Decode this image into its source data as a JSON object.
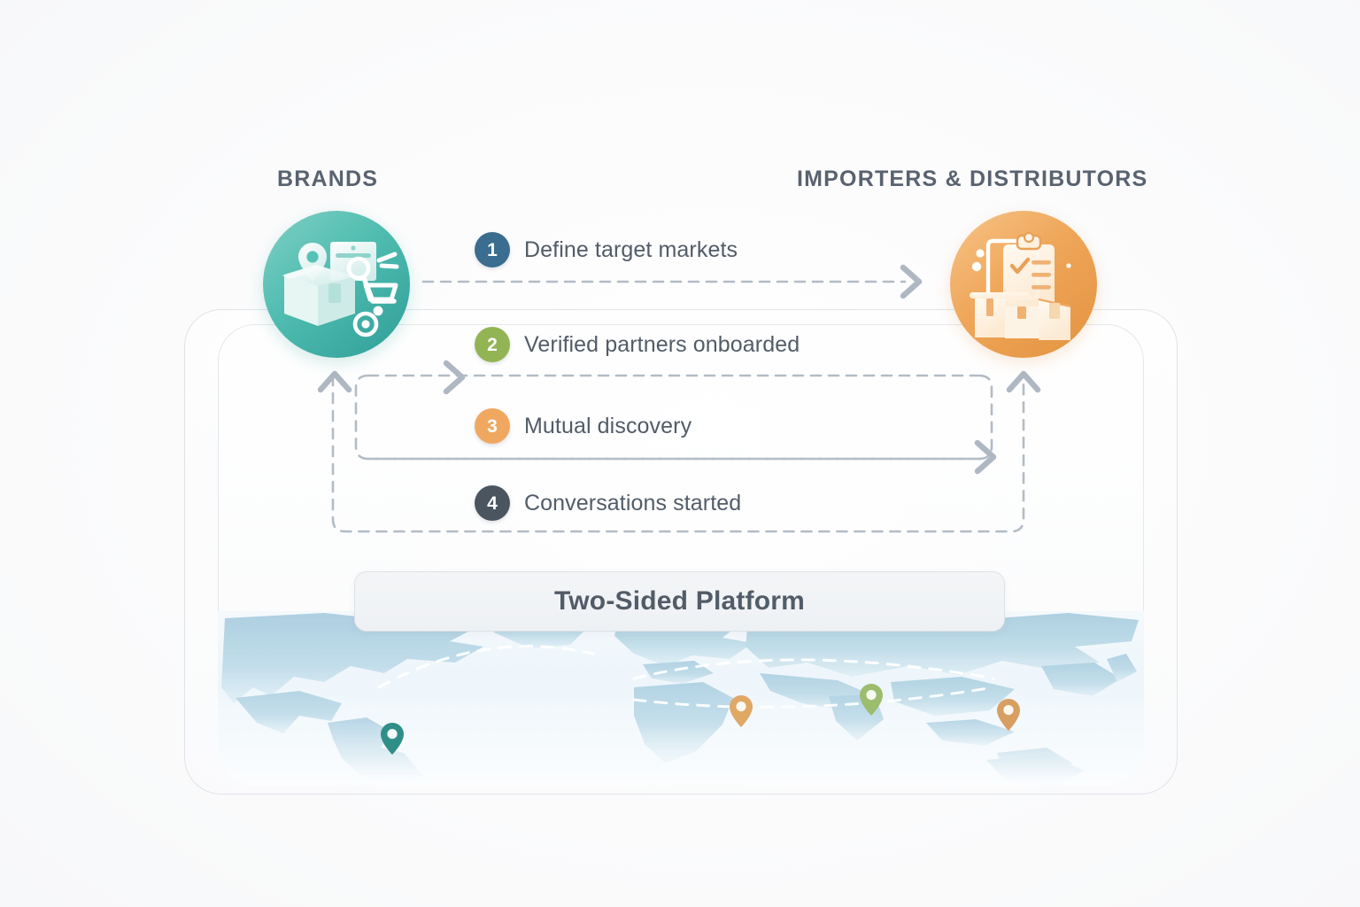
{
  "columns": {
    "left": {
      "title": "BRANDS",
      "icon": "brands-package-icon",
      "accent": "#2f9e97"
    },
    "right": {
      "title": "IMPORTERS & DISTRIBUTORS",
      "icon": "importers-clipboard-icon",
      "accent": "#e3933f"
    }
  },
  "steps": [
    {
      "number": "1",
      "label": "Define target markets",
      "color": "#3a6d8f"
    },
    {
      "number": "2",
      "label": "Verified partners onboarded",
      "color": "#93b455"
    },
    {
      "number": "3",
      "label": "Mutual discovery",
      "color": "#f0a860"
    },
    {
      "number": "4",
      "label": "Conversations started",
      "color": "#4a5560"
    }
  ],
  "banner": {
    "label": "Two-Sided Platform"
  },
  "map": {
    "pins": [
      {
        "name": "pin-north-america",
        "color": "#2f8f88"
      },
      {
        "name": "pin-europe",
        "color": "#e0a765"
      },
      {
        "name": "pin-central-asia",
        "color": "#9cbd6e"
      },
      {
        "name": "pin-east-asia",
        "color": "#d79f62"
      }
    ],
    "route_style": "dashed-arc"
  },
  "theme": {
    "background": "#fbfbfc",
    "frame_border": "#dfe3e8",
    "dash_color": "#b3bcc6",
    "text_color": "#525c68",
    "heading_color": "#59636f"
  }
}
